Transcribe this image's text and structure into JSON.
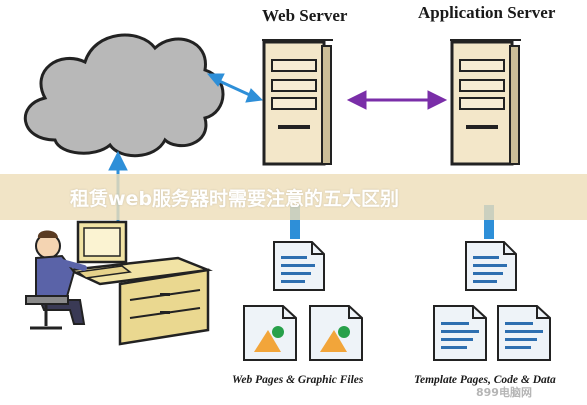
{
  "diagram": {
    "web_server_label": "Web Server",
    "application_server_label": "Application Server",
    "web_pages_label": "Web Pages & Graphic Files",
    "templates_label": "Template Pages, Code & Data"
  },
  "banner": {
    "title": "租赁web服务器时需要注意的五大区别"
  },
  "watermark": {
    "text": "899电脑网"
  },
  "colors": {
    "arrow_blue": "#2e8fd8",
    "arrow_purple": "#7a2ea8",
    "cloud_gray": "#b8b8b8",
    "server_beige": "#f3e7c9",
    "desk_yellow": "#f1e3a5"
  }
}
